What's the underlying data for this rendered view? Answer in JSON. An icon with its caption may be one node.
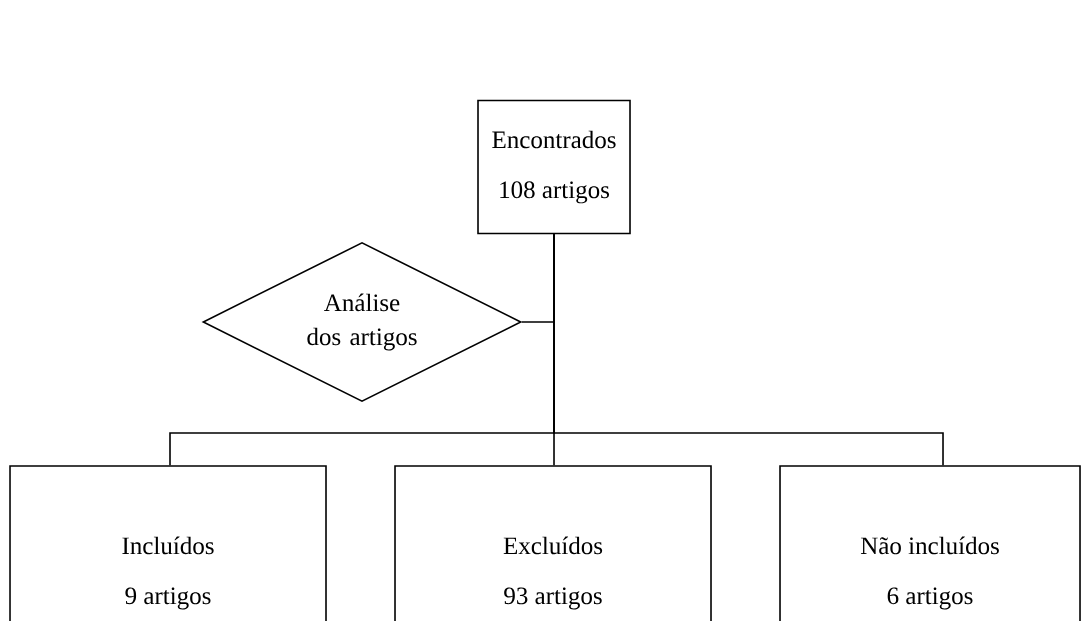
{
  "diagram": {
    "nodes": [
      {
        "text": [
          "Encontrados",
          "108 artigos"
        ]
      },
      {
        "text": [
          "Análise dos artigos"
        ]
      },
      {
        "text": [
          "Incluídos",
          "9 artigos"
        ]
      },
      {
        "text": [
          "Excluídos",
          "93 artigos"
        ]
      },
      {
        "text": [
          "Não incluídos",
          "6 artigos"
        ]
      }
    ],
    "edges": [
      {
        "from": 1,
        "to": 0,
        "arrow": "none"
      },
      {
        "from": 0,
        "to": 2,
        "arrow": "none"
      },
      {
        "from": 0,
        "to": 3,
        "arrow": "none"
      },
      {
        "from": 0,
        "to": 4,
        "arrow": "none"
      }
    ]
  }
}
